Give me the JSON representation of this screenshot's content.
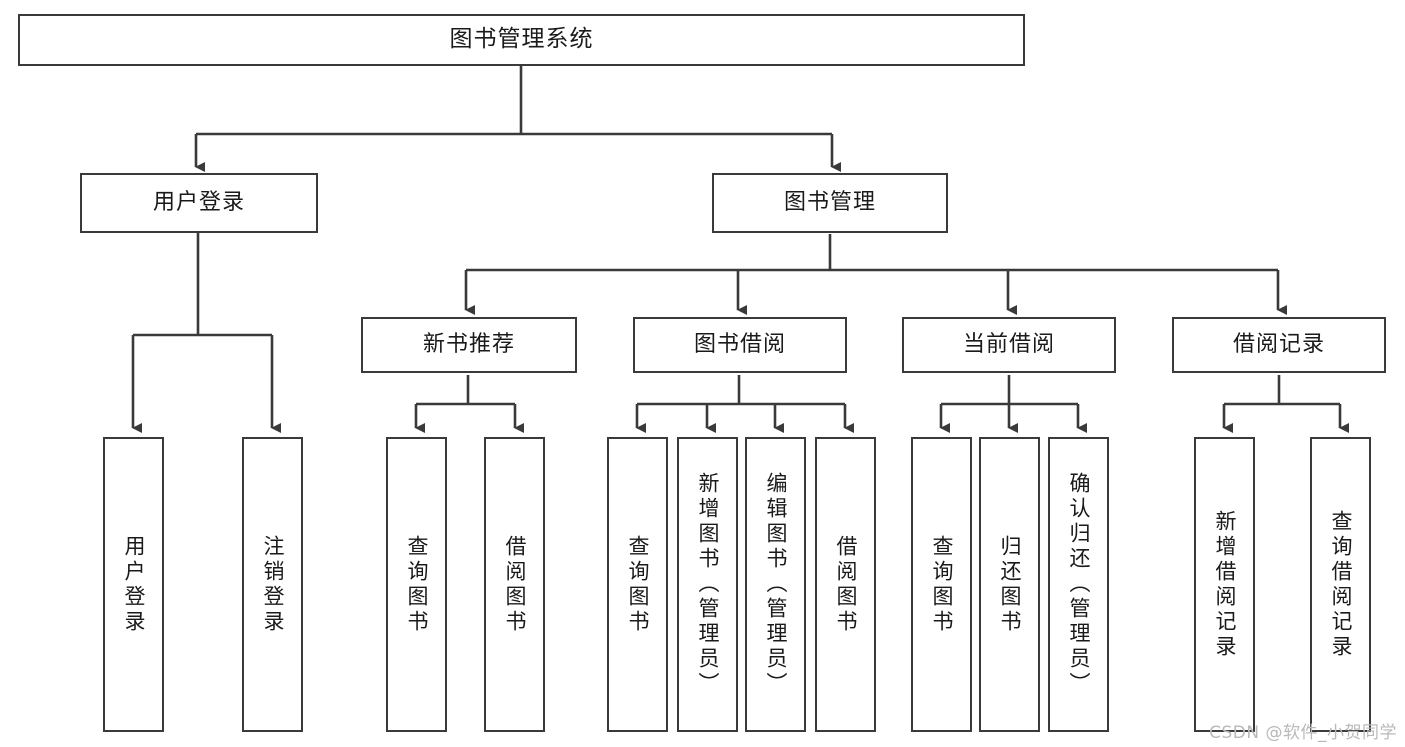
{
  "diagram": {
    "title": "图书管理系统",
    "type": "tree",
    "root": {
      "id": "root",
      "label": "图书管理系统"
    },
    "level1": [
      {
        "id": "user-login",
        "label": "用户登录"
      },
      {
        "id": "book-manage",
        "label": "图书管理"
      }
    ],
    "level2": [
      {
        "id": "new-book-recommend",
        "label": "新书推荐",
        "parent": "book-manage"
      },
      {
        "id": "book-borrow",
        "label": "图书借阅",
        "parent": "book-manage"
      },
      {
        "id": "current-borrow",
        "label": "当前借阅",
        "parent": "book-manage"
      },
      {
        "id": "borrow-record",
        "label": "借阅记录",
        "parent": "book-manage"
      }
    ],
    "leaves": [
      {
        "id": "leaf-user-login",
        "label": "用户登录",
        "parent": "user-login"
      },
      {
        "id": "leaf-logout",
        "label": "注销登录",
        "parent": "user-login"
      },
      {
        "id": "leaf-query-book-1",
        "label": "查询图书",
        "parent": "new-book-recommend"
      },
      {
        "id": "leaf-borrow-book-1",
        "label": "借阅图书",
        "parent": "new-book-recommend"
      },
      {
        "id": "leaf-query-book-2",
        "label": "查询图书",
        "parent": "book-borrow"
      },
      {
        "id": "leaf-add-book",
        "label": "新增图书（管理员）",
        "parent": "book-borrow"
      },
      {
        "id": "leaf-edit-book",
        "label": "编辑图书（管理员）",
        "parent": "book-borrow"
      },
      {
        "id": "leaf-borrow-book-2",
        "label": "借阅图书",
        "parent": "book-borrow"
      },
      {
        "id": "leaf-query-book-3",
        "label": "查询图书",
        "parent": "current-borrow"
      },
      {
        "id": "leaf-return-book",
        "label": "归还图书",
        "parent": "current-borrow"
      },
      {
        "id": "leaf-confirm-return",
        "label": "确认归还（管理员）",
        "parent": "current-borrow"
      },
      {
        "id": "leaf-add-record",
        "label": "新增借阅记录",
        "parent": "borrow-record"
      },
      {
        "id": "leaf-query-record",
        "label": "查询借阅记录",
        "parent": "borrow-record"
      }
    ],
    "colors": {
      "border": "#3a3a3a",
      "background": "#ffffff",
      "text": "#1a1a1a",
      "connector": "#3a3a3a",
      "watermark": "#b9b9b9"
    }
  },
  "watermark": {
    "text": "CSDN @软件_小贺同学"
  }
}
